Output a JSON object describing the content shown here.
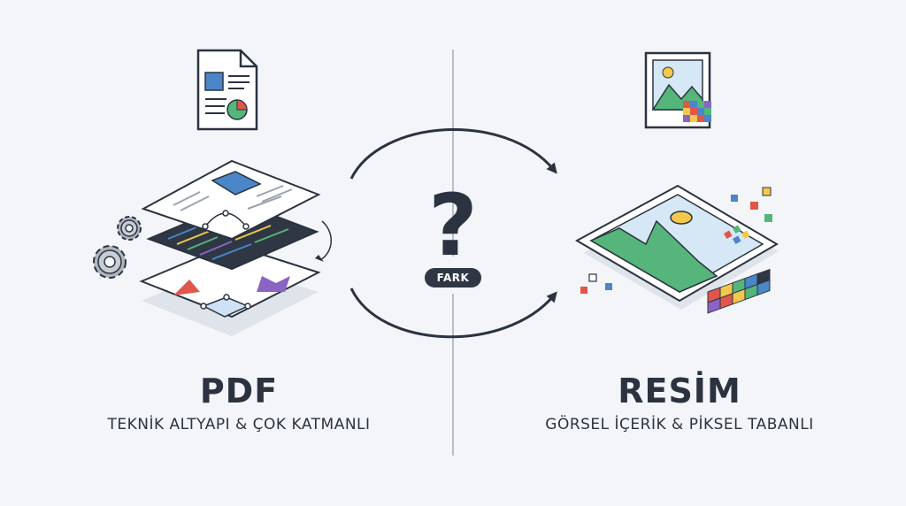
{
  "left": {
    "title": "PDF",
    "subtitle": "TEKNİK ALTYAPI & ÇOK KATMANLI"
  },
  "right": {
    "title": "RESİM",
    "subtitle": "GÖRSEL İÇERİK & PİKSEL TABANLI"
  },
  "center": {
    "symbol": "?",
    "badge": "FARK"
  },
  "colors": {
    "background": "#f3f5f8",
    "ink": "#2b3340",
    "blue": "#4a86c8",
    "green": "#55b57a",
    "yellow": "#f2c94c",
    "red": "#e0564a",
    "purple": "#8a64c4",
    "code_bg": "#2f3744"
  },
  "icons": [
    "document-icon",
    "image-icon",
    "gear-icon",
    "arrow-icon",
    "question-icon"
  ]
}
